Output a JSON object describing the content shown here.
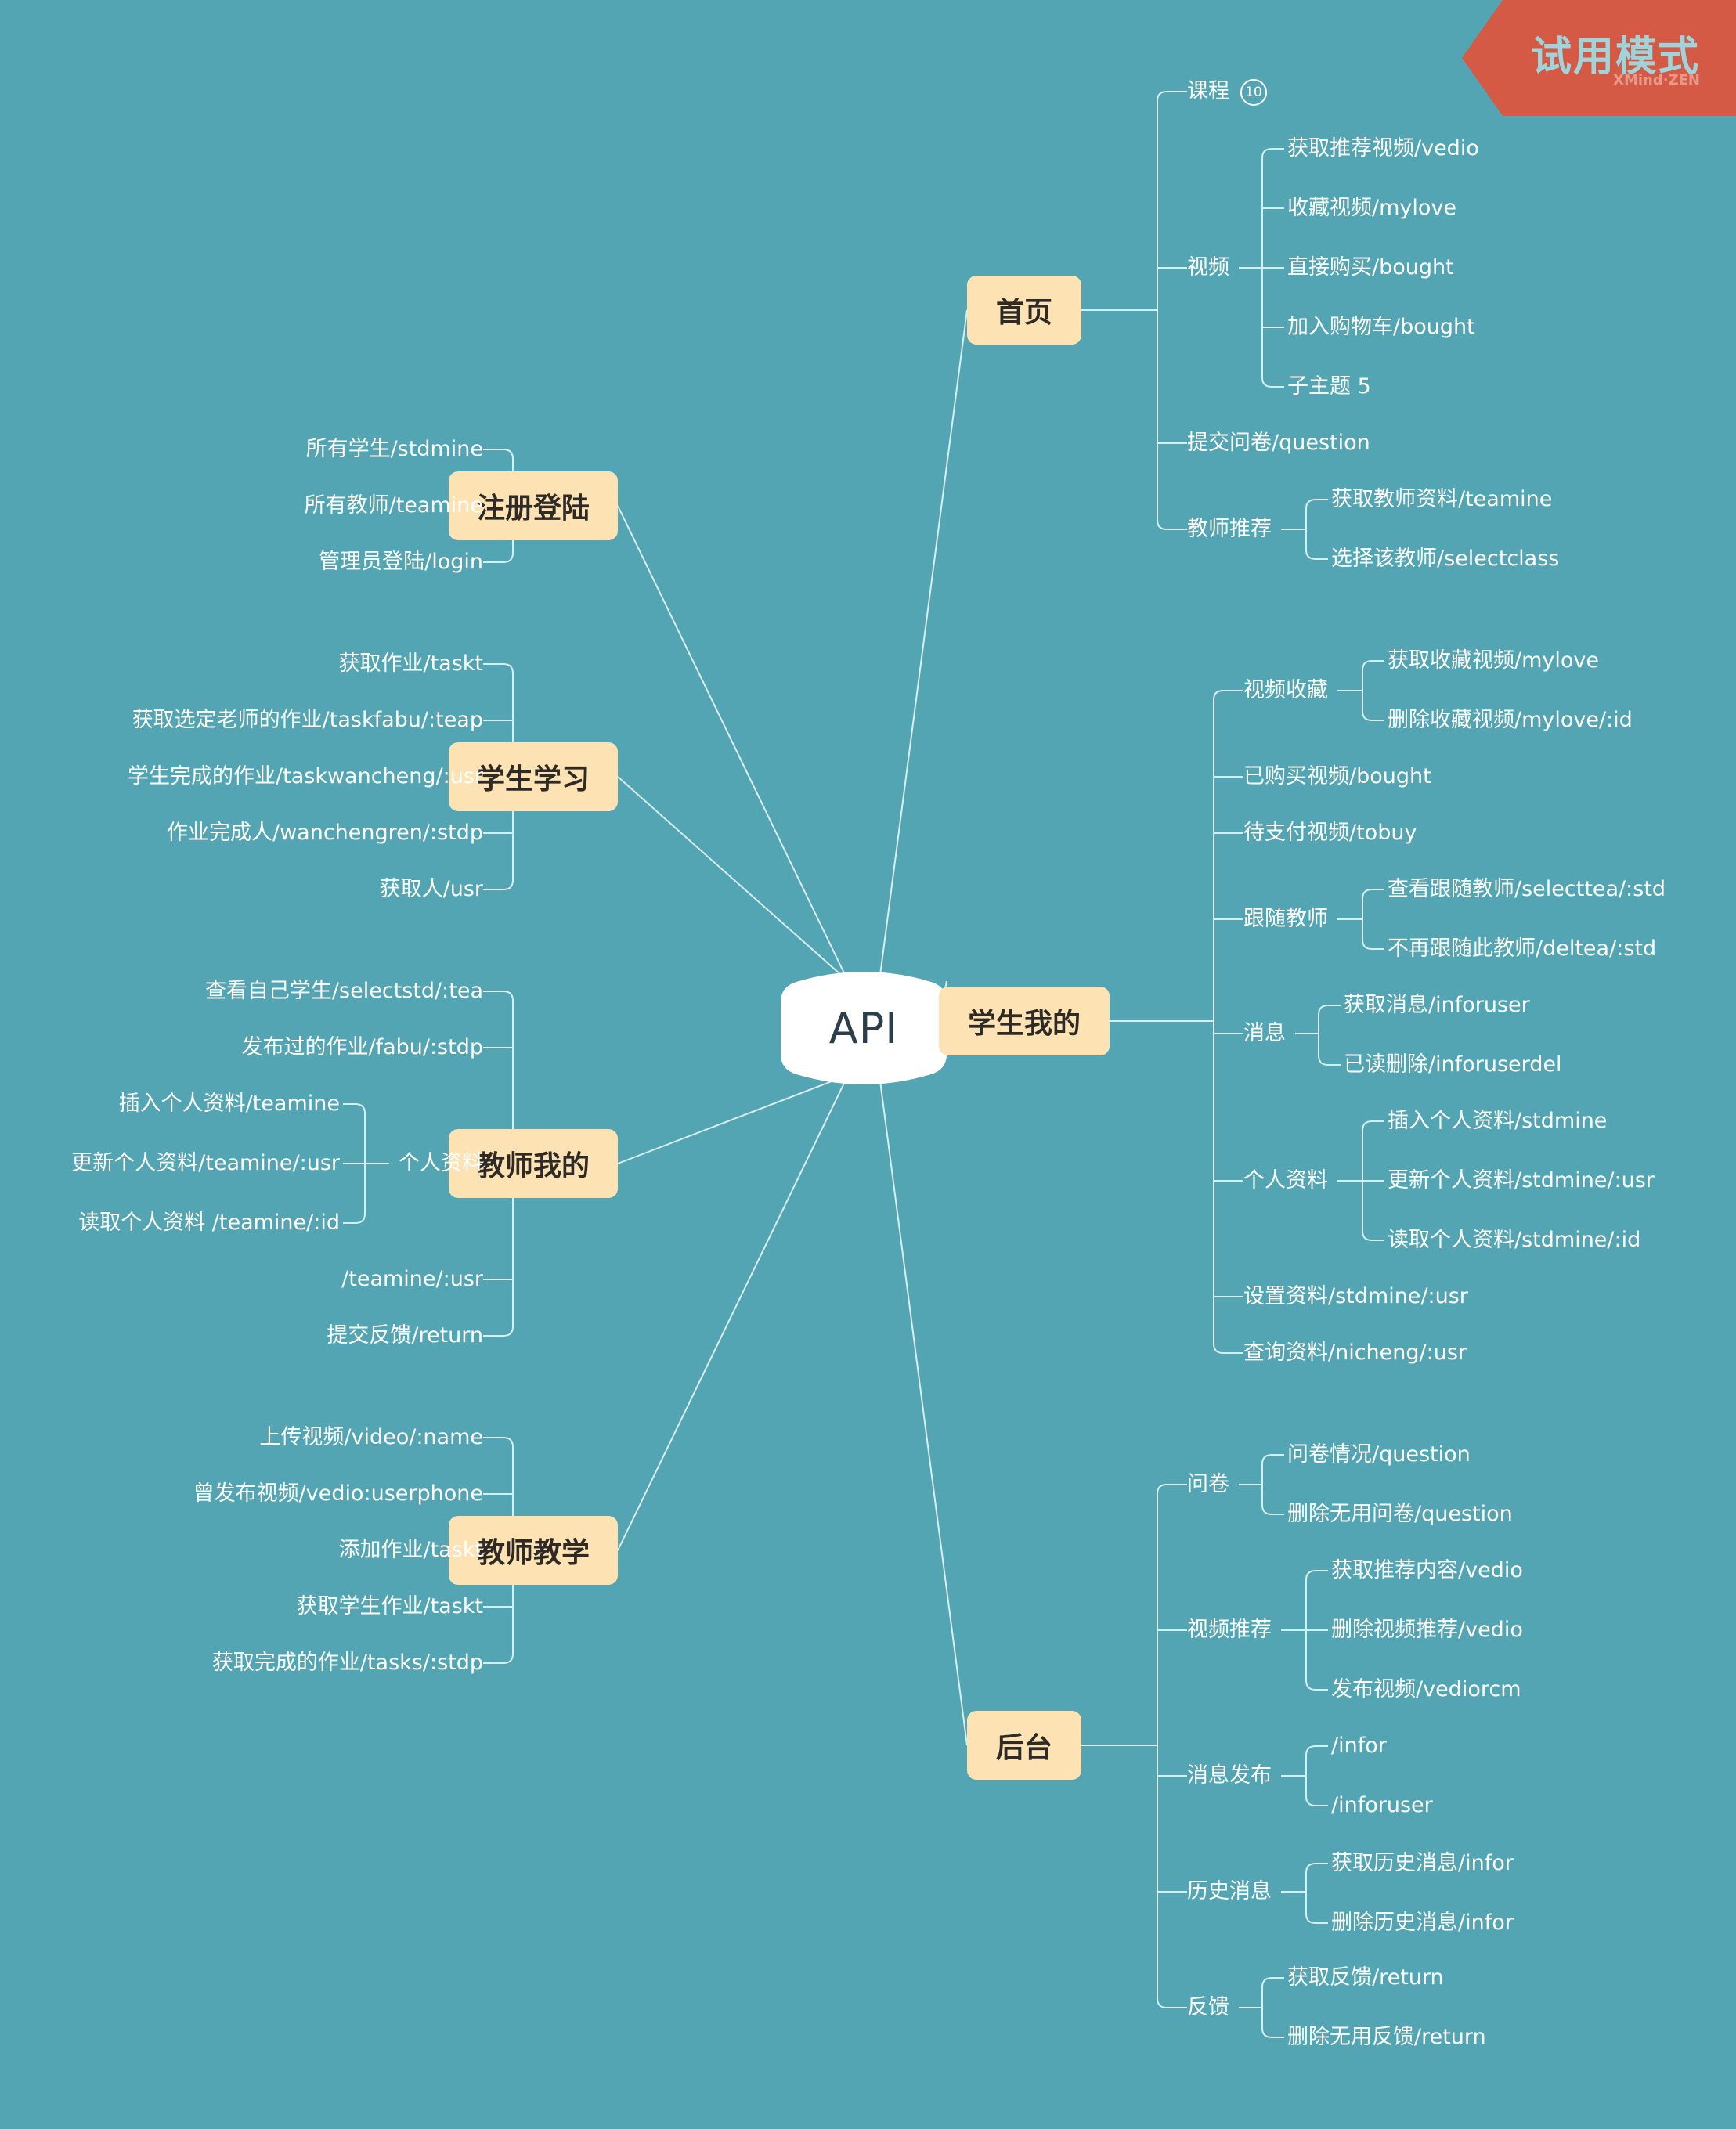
{
  "root": {
    "label": "API"
  },
  "watermark": {
    "title": "试用模式",
    "brand": "XMind·ZEN"
  },
  "branches": [
    {
      "label": "首页",
      "children": [
        {
          "label": "课程",
          "badge": "10"
        },
        {
          "label": "视频",
          "children": [
            {
              "label": "获取推荐视频/vedio"
            },
            {
              "label": "收藏视频/mylove"
            },
            {
              "label": "直接购买/bought"
            },
            {
              "label": "加入购物车/bought"
            },
            {
              "label": "子主题 5"
            }
          ]
        },
        {
          "label": "提交问卷/question"
        },
        {
          "label": "教师推荐",
          "children": [
            {
              "label": "获取教师资料/teamine"
            },
            {
              "label": "选择该教师/selectclass"
            }
          ]
        }
      ]
    },
    {
      "label": "学生我的",
      "children": [
        {
          "label": "视频收藏",
          "children": [
            {
              "label": "获取收藏视频/mylove"
            },
            {
              "label": "删除收藏视频/mylove/:id"
            }
          ]
        },
        {
          "label": "已购买视频/bought"
        },
        {
          "label": "待支付视频/tobuy"
        },
        {
          "label": "跟随教师",
          "children": [
            {
              "label": "查看跟随教师/selecttea/:std"
            },
            {
              "label": "不再跟随此教师/deltea/:std"
            }
          ]
        },
        {
          "label": "消息",
          "children": [
            {
              "label": "获取消息/inforuser"
            },
            {
              "label": "已读删除/inforuserdel"
            }
          ]
        },
        {
          "label": "个人资料",
          "children": [
            {
              "label": "插入个人资料/stdmine"
            },
            {
              "label": "更新个人资料/stdmine/:usr"
            },
            {
              "label": "读取个人资料/stdmine/:id"
            }
          ]
        },
        {
          "label": "设置资料/stdmine/:usr"
        },
        {
          "label": "查询资料/nicheng/:usr"
        }
      ]
    },
    {
      "label": "后台",
      "children": [
        {
          "label": "问卷",
          "children": [
            {
              "label": "问卷情况/question"
            },
            {
              "label": "删除无用问卷/question"
            }
          ]
        },
        {
          "label": "视频推荐",
          "children": [
            {
              "label": "获取推荐内容/vedio"
            },
            {
              "label": "删除视频推荐/vedio"
            },
            {
              "label": "发布视频/vediorcm"
            }
          ]
        },
        {
          "label": "消息发布",
          "children": [
            {
              "label": "/infor"
            },
            {
              "label": "/inforuser"
            }
          ]
        },
        {
          "label": "历史消息",
          "children": [
            {
              "label": "获取历史消息/infor"
            },
            {
              "label": "删除历史消息/infor"
            }
          ]
        },
        {
          "label": "反馈",
          "children": [
            {
              "label": "获取反馈/return"
            },
            {
              "label": "删除无用反馈/return"
            }
          ]
        }
      ]
    },
    {
      "label": "注册登陆",
      "children": [
        {
          "label": "所有学生/stdmine"
        },
        {
          "label": "所有教师/teamine"
        },
        {
          "label": "管理员登陆/login"
        }
      ]
    },
    {
      "label": "学生学习",
      "children": [
        {
          "label": "获取作业/taskt"
        },
        {
          "label": "获取选定老师的作业/taskfabu/:teap"
        },
        {
          "label": "学生完成的作业/taskwancheng/:usr"
        },
        {
          "label": "作业完成人/wanchengren/:stdp"
        },
        {
          "label": "获取人/usr"
        }
      ]
    },
    {
      "label": "教师我的",
      "children": [
        {
          "label": "查看自己学生/selectstd/:tea"
        },
        {
          "label": "发布过的作业/fabu/:stdp"
        },
        {
          "label": "个人资料",
          "children": [
            {
              "label": "插入个人资料/teamine"
            },
            {
              "label": "更新个人资料/teamine/:usr"
            },
            {
              "label": "读取个人资料 /teamine/:id"
            }
          ]
        },
        {
          "label": "/teamine/:usr"
        },
        {
          "label": "提交反馈/return"
        }
      ]
    },
    {
      "label": "教师教学",
      "children": [
        {
          "label": "上传视频/video/:name"
        },
        {
          "label": "曾发布视频/vedio:userphone"
        },
        {
          "label": "添加作业/taskt"
        },
        {
          "label": "获取学生作业/taskt"
        },
        {
          "label": "获取完成的作业/tasks/:stdp"
        }
      ]
    }
  ]
}
